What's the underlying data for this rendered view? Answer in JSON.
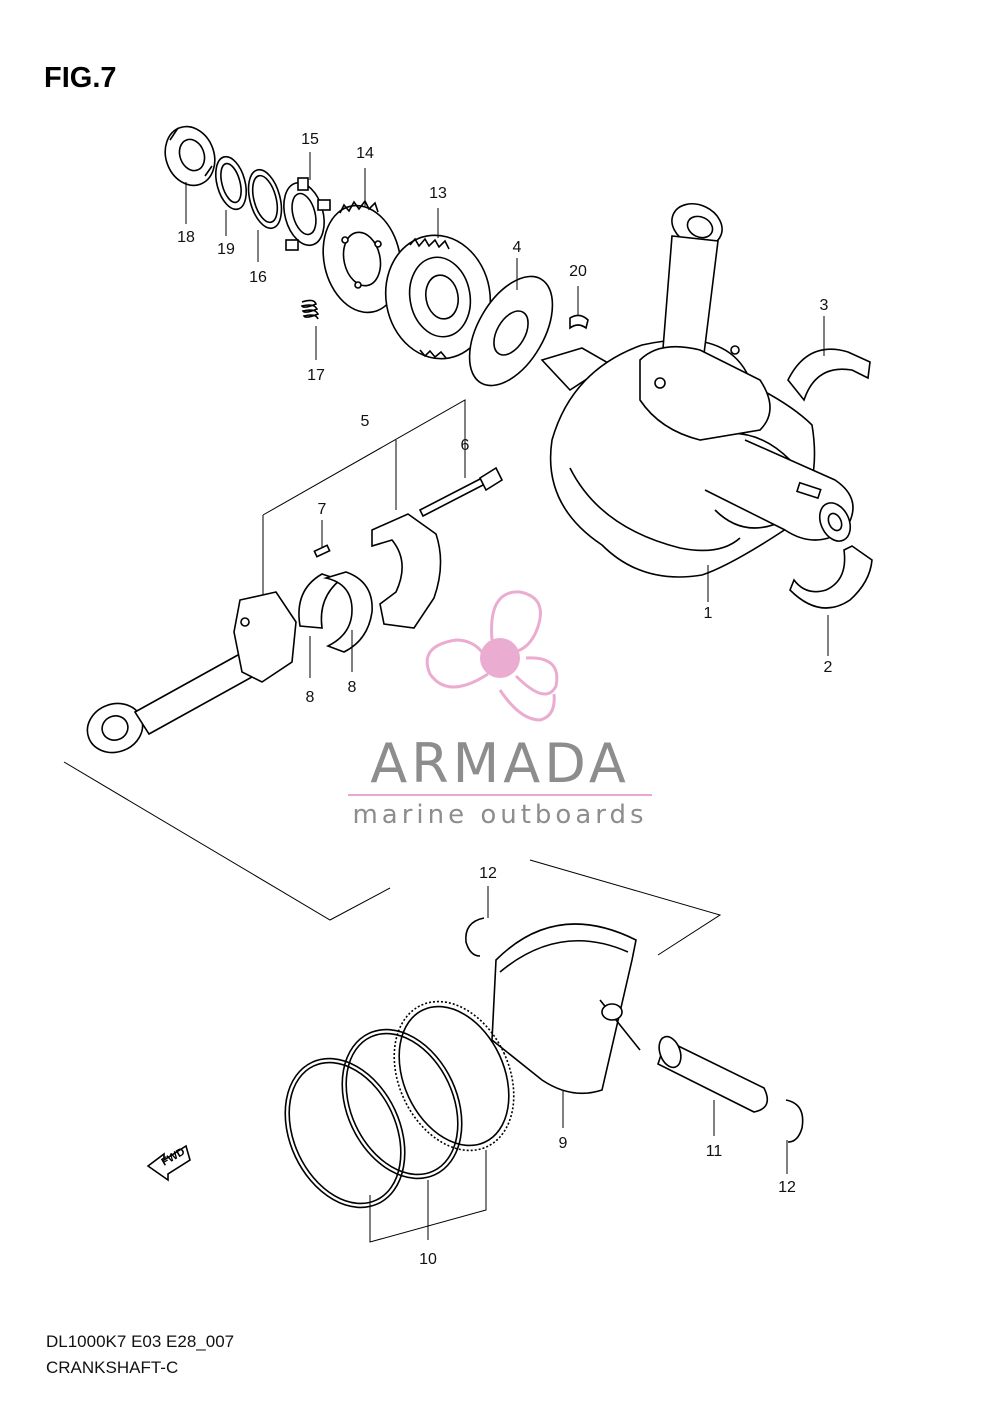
{
  "figure": {
    "title": "FIG.7",
    "code": "DL1000K7 E03 E28_007",
    "name": "CRANKSHAFT-C"
  },
  "watermark": {
    "brand": "ARMADA",
    "tagline": "marine outboards",
    "colors": {
      "logo": "#e9a8cf",
      "text": "#8d8d8d",
      "rule": "#e9a8cf"
    }
  },
  "fwd_label": "FWD",
  "callouts": {
    "c1": "1",
    "c2": "2",
    "c3": "3",
    "c4": "4",
    "c5": "5",
    "c6": "6",
    "c7": "7",
    "c8a": "8",
    "c8b": "8",
    "c9": "9",
    "c10": "10",
    "c11": "11",
    "c12a": "12",
    "c12b": "12",
    "c13": "13",
    "c14": "14",
    "c15": "15",
    "c16": "16",
    "c17": "17",
    "c18": "18",
    "c19": "19",
    "c20": "20"
  }
}
